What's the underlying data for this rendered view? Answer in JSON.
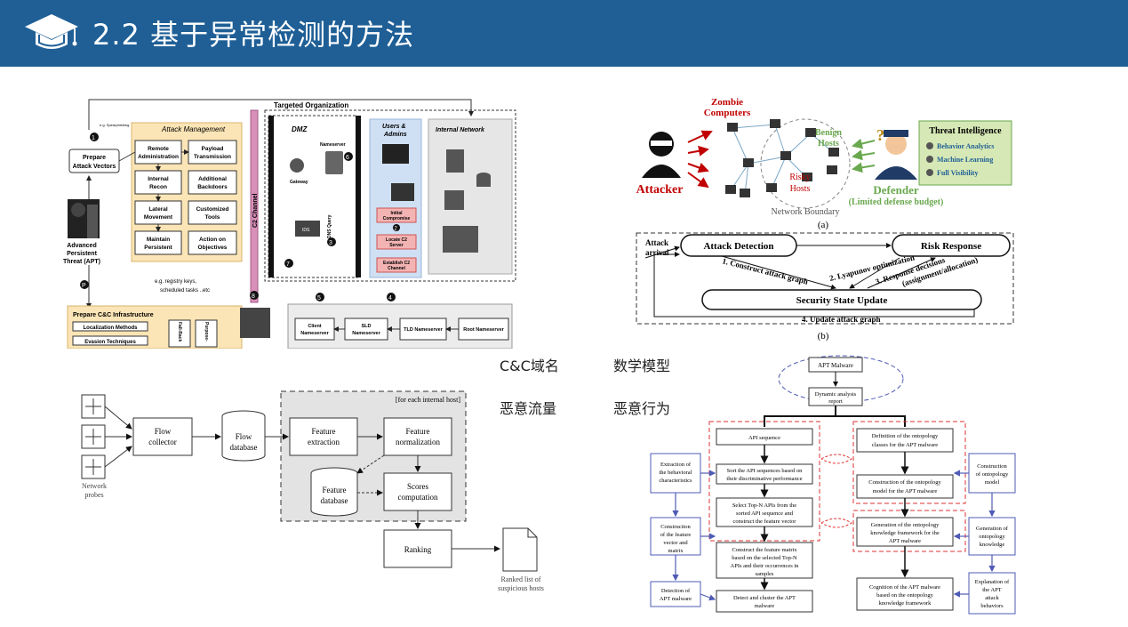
{
  "slide": {
    "title": "2.2 基于异常检测的方法",
    "labels": {
      "cc_domain": "C&C域名",
      "math_model": "数学模型",
      "malicious_traffic": "恶意流量",
      "malicious_behavior": "恶意行为"
    }
  },
  "apt_figure": {
    "targeted_org": "Targeted Organization",
    "spear": "e.g. Spearphishing",
    "prepare_vectors": "Prepare Attack Vectors",
    "attack_mgmt": "Attack Management",
    "boxes": [
      "Remote Administration",
      "Payload Transmission",
      "Internal Recon",
      "Additional Backdoors",
      "Lateral Movement",
      "Customized Tools",
      "Maintain Persistent",
      "Action on Objectives"
    ],
    "apt_label": "Advanced Persistent Threat (APT)",
    "c2_channel": "C2 Channel",
    "dmz": "DMZ",
    "nameserver": "Nameserver",
    "gateway": "Gateway",
    "ids": "IDS",
    "dns_query": "DNS Query",
    "users_admins": "Users & Admins",
    "internal_network": "Internal Network",
    "initial_compromise": "Initial Compromise",
    "locate_c2": "Locate C2 Server",
    "establish_c2": "Establish C2 Channel",
    "registry": "e.g. registry keys, scheduled tasks ..etc",
    "prepare_cc": "Prepare C&C Infrastructure",
    "localization": "Localization Methods",
    "evasion": "Evasion Techniques",
    "fallback": "Fall-Back Channels",
    "purpose": "Purpose-based Channels",
    "client_ns": "Client Nameserver",
    "sld_ns": "SLD Nameserver",
    "tld_ns": "TLD Nameserver",
    "root_ns": "Root Nameserver"
  },
  "defense_figure": {
    "zombie": "Zombie Computers",
    "attacker": "Attacker",
    "benign": "Benign Hosts",
    "risky": "Risky Hosts",
    "boundary": "Network Boundary",
    "defender": "Defender",
    "budget": "(Limited defense budget)",
    "ti_title": "Threat Intelligence",
    "ti_items": [
      "Behavior Analytics",
      "Machine Learning",
      "Full Visibility"
    ],
    "cap_a": "(a)",
    "attack_arrival": "Attack arrival",
    "attack_detection": "Attack Detection",
    "risk_response": "Risk Response",
    "construct_graph": "1. Construct attack graph",
    "lyapunov": "2. Lyapunov optimization",
    "response": "3. Response decisions",
    "assign": "(assignment/allocation)",
    "state_update": "Security State Update",
    "update_graph": "4. Update attack graph",
    "cap_b": "(b)"
  },
  "flow_figure": {
    "for_each": "[for each internal host]",
    "probes": "Network probes",
    "collector": "Flow collector",
    "flow_db": "Flow database",
    "extraction": "Feature extraction",
    "normalization": "Feature normalization",
    "feature_db": "Feature database",
    "scores": "Scores computation",
    "ranking": "Ranking",
    "ranked": "Ranked list of suspicious hosts"
  },
  "malware_figure": {
    "apt_malware": "APT Malware",
    "dynamic": "Dynamic analysis report",
    "api_seq": "API sequence",
    "sort": "Sort the API sequences based on their discriminative performance",
    "select": "Select Top-N APIs from the sorted API sequence and construct the feature vector",
    "matrix": "Construct the feature matrix based on the selected Top-N APIs and their occurrences in samples",
    "detect": "Detect and cluster the APT malware",
    "def_classes": "Definition of the ontopology classes for the APT malware",
    "cons_model": "Construction of the ontopology model for the APT malware",
    "gen_kb": "Generation of the ontopology knowledge framework for the APT malware",
    "cognition": "Cognition of the APT malware based on the ontopology knowledge framework",
    "left": [
      "Extraction of the behavioral characteristics",
      "Construction of the feature vector and matrix",
      "Detection of APT malware"
    ],
    "right": [
      "Construction of ontopology model",
      "Generation of ontopology knowledge",
      "Explanation of the APT attack behaviors"
    ]
  },
  "colors": {
    "title_bar": "#1f5f96",
    "attack_mgmt": "#fbe5b6",
    "users_panel": "#cfe0f4",
    "c2_bar": "#d88fb8",
    "red": "#c00000",
    "green": "#6aa84f",
    "ti_bg": "#d6e8b5"
  }
}
